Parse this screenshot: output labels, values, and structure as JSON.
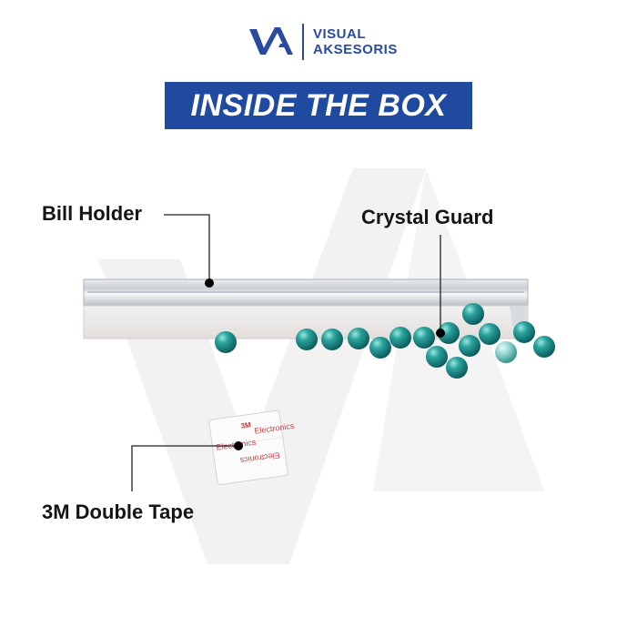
{
  "brand": {
    "line1": "VISUAL",
    "line2": "AKSESORIS",
    "color": "#2a4aa2",
    "icon": "visual-aksesoris-logo-icon"
  },
  "banner": {
    "title": "INSIDE THE BOX",
    "background": "#1f4aa0"
  },
  "labels": {
    "bill_holder": "Bill Holder",
    "crystal_guard": "Crystal Guard",
    "double_tape": "3M Double Tape"
  },
  "tape_print": {
    "brand": "3M",
    "text": "Electronics"
  },
  "colors": {
    "bead": "#1a8f8c",
    "callout_line": "#222222",
    "watermark": "#f1f1f1"
  }
}
